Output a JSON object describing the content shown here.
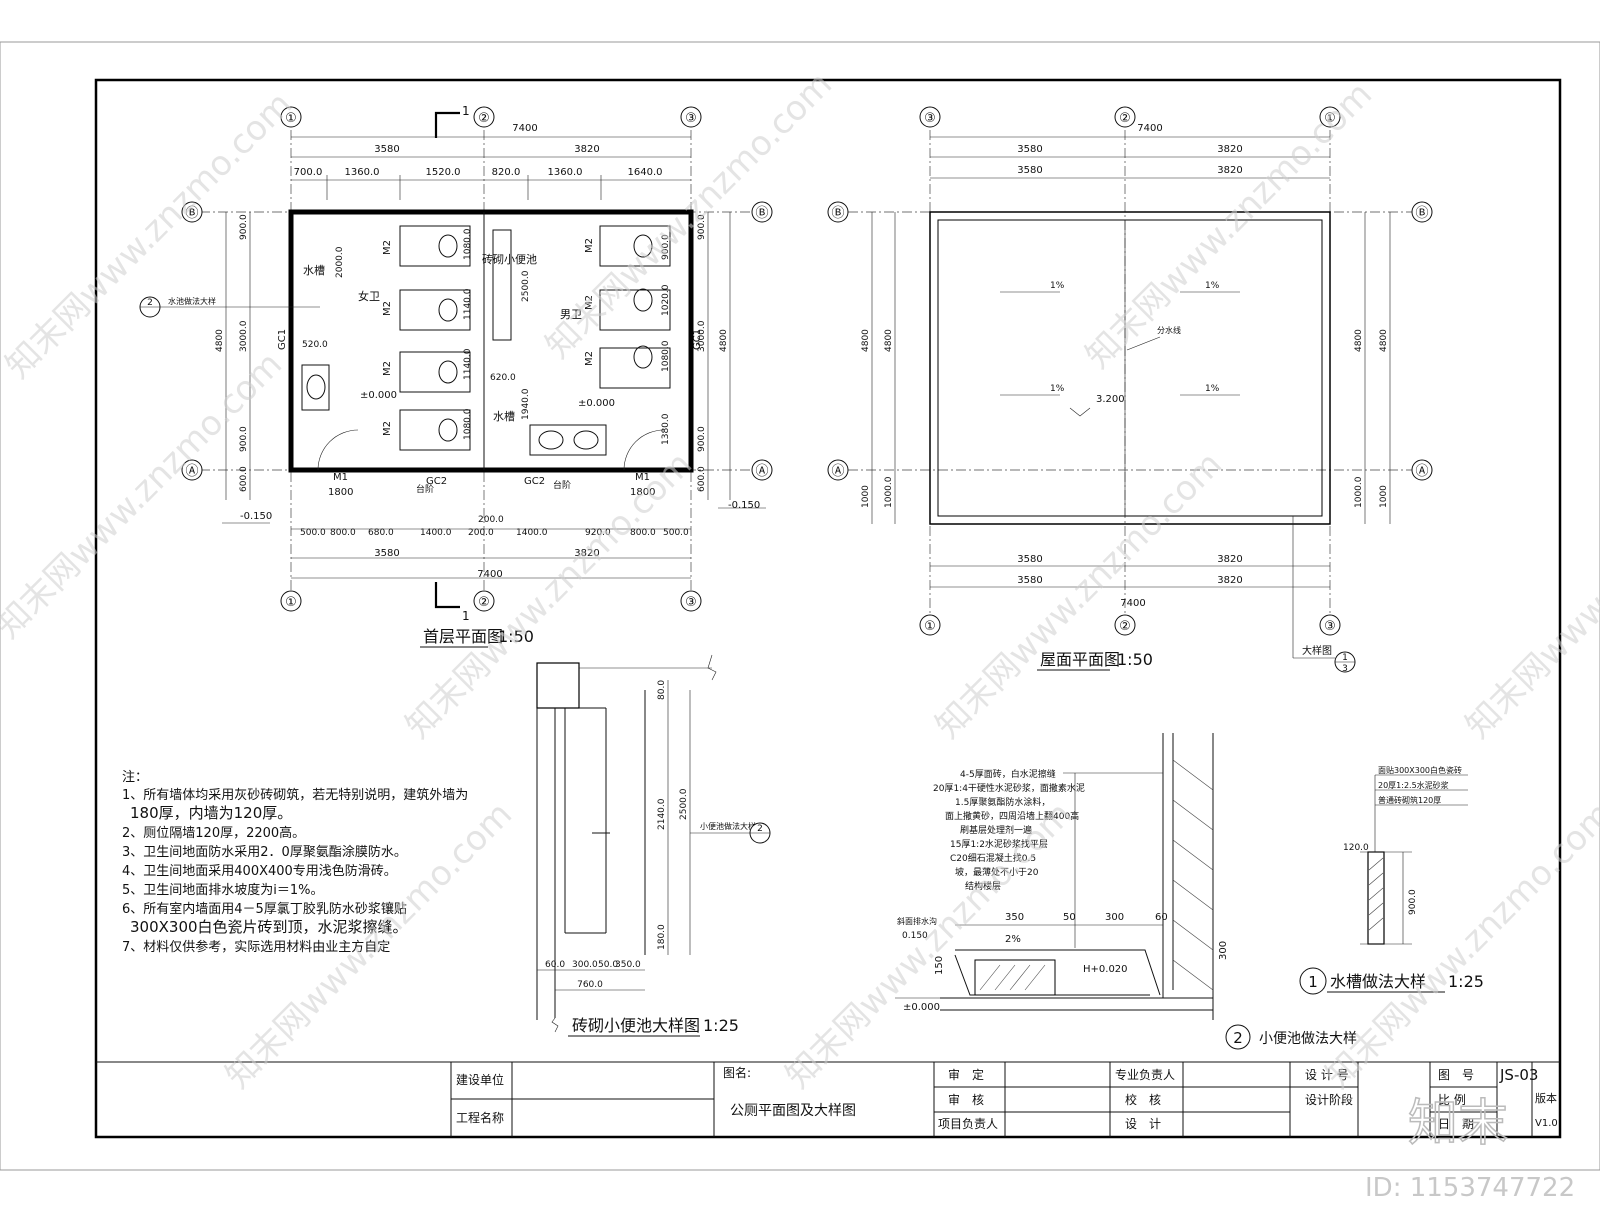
{
  "axes_top_plan": [
    "①",
    "②",
    "③"
  ],
  "axes_side_plan": [
    "Ⓑ",
    "Ⓐ"
  ],
  "roof_axes_top": [
    "③",
    "②",
    "①"
  ],
  "section_mark": "1",
  "ground_plan": {
    "title": "首层平面图",
    "scale": "1:50",
    "dim_total": "7400",
    "dim_half": [
      "3580",
      "3820"
    ],
    "dim_top_detail": [
      "700.0",
      "1360.0",
      "1520.0",
      "820.0",
      "1360.0",
      "1640.0"
    ],
    "dim_bottom_detail": [
      "500.0",
      "800.0",
      "680.0",
      "1400.0",
      "200.0",
      "1400.0",
      "920.0",
      "800.0",
      "500.0"
    ],
    "dim_bottom_extra": "200.0",
    "dim_left": [
      "900.0",
      "3000.0",
      "900.0",
      "600.0"
    ],
    "dim_left_total": "4800",
    "dim_right": [
      "900.0",
      "3000.0",
      "900.0",
      "600.0"
    ],
    "dim_right_total": "4800",
    "inner_dims": [
      "2000.0",
      "520.0",
      "1080.0",
      "1140.0",
      "1140.0",
      "1080.0",
      "2500.0",
      "620.0",
      "1940.0",
      "900.0",
      "1020.0",
      "1080.0",
      "1380.0"
    ],
    "labels": {
      "water_tank": "水槽",
      "female": "女卫",
      "male": "男卫",
      "urinal": "砖砌小便池",
      "water_tank2": "水槽",
      "door_m2": "M2",
      "door_m1": "M1",
      "m1_width": "1800",
      "gc1": "GC1",
      "gc2": "GC2",
      "step": "台阶",
      "level_0": "±0.000",
      "level_out": "-0.150",
      "detail_ref": "水池做法大样",
      "detail_num": "2"
    }
  },
  "roof_plan": {
    "title": "屋面平面图",
    "scale": "1:50",
    "dim_total": "7400",
    "dim_half": [
      "3580",
      "3820"
    ],
    "dim_left": [
      "4800",
      "4800",
      "4800",
      "1000",
      "1000.0"
    ],
    "slope": "1%",
    "ridge": "分水线",
    "level": "3.200",
    "detail_label": "大样图",
    "detail_num": "1",
    "detail_sheet": "3"
  },
  "notes": {
    "heading": "注：",
    "items": [
      "1、所有墙体均采用灰砂砖砌筑，若无特别说明，建筑外墙为",
      "180厚，内墙为120厚。",
      "2、厕位隔墙120厚，2200高。",
      "3、卫生间地面防水采用2．0厚聚氨酯涂膜防水。",
      "4、卫生间地面采用400X400专用浅色防滑砖。",
      "5、卫生间地面排水坡度为i＝1%。",
      "6、所有室内墙面用4－5厚氯丁胶乳防水砂浆镶贴",
      "300X300白色瓷片砖到顶，水泥浆擦缝。",
      "7、材料仅供参考，实际选用材料由业主方自定"
    ]
  },
  "urinal_detail": {
    "title": "砖砌小便池大样图",
    "scale": "1:25",
    "dims_v": [
      "80.0",
      "2500.0",
      "2140.0",
      "180.0"
    ],
    "dims_h": [
      "60.0",
      "300.0",
      "50.0",
      "350.0"
    ],
    "dim_total": "760.0",
    "ref_label": "小便池做法大样",
    "ref_num": "2"
  },
  "urinal_section": {
    "title": "小便池做法大样",
    "num": "2",
    "layers": [
      "4-5厚面砖，白水泥擦缝",
      "20厚1:4干硬性水泥砂浆，面撒素水泥",
      "1.5厚聚氨酯防水涂料，",
      "面上撒黄砂，四周沿墙上翻400高",
      "刷基层处理剂一遍",
      "15厚1:2水泥砂浆找平层",
      "C20细石混凝土找0.5",
      "坡，最薄处不小于20",
      "结构楼层"
    ],
    "dims": [
      "350",
      "50",
      "300",
      "60"
    ],
    "slope": "2%",
    "drain": "斜面排水沟",
    "levels": [
      "0.150",
      "H+0.020",
      "±0.000"
    ],
    "dim_v": [
      "150",
      "300"
    ]
  },
  "tank_detail": {
    "title": "水槽做法大样",
    "scale": "1:25",
    "num": "1",
    "layers": [
      "面贴300X300白色瓷砖",
      "20厚1:2.5水泥砂浆",
      "普通砖砌筑120厚"
    ],
    "dims": [
      "120.0",
      "900.0"
    ]
  },
  "title_block": {
    "build_unit": "建设单位",
    "project_name": "工程名称",
    "drawing_name_label": "图名:",
    "drawing_name": "公厕平面图及大样图",
    "review": "审　定",
    "check": "审　核",
    "project_lead": "项目负责人",
    "discipline_lead": "专业负责人",
    "proof": "校　核",
    "design": "设　计",
    "design_no": "设 计 号",
    "design_stage": "设计阶段",
    "sheet_no_label": "图　号",
    "sheet_no": "JS-03",
    "ratio_label": "比 例",
    "date_label": "日　期",
    "version_label": "版本",
    "version": "V1.0"
  },
  "watermark": {
    "text": "知末网www.znzmo.com",
    "logo": "知末",
    "id": "ID: 1153747722"
  }
}
